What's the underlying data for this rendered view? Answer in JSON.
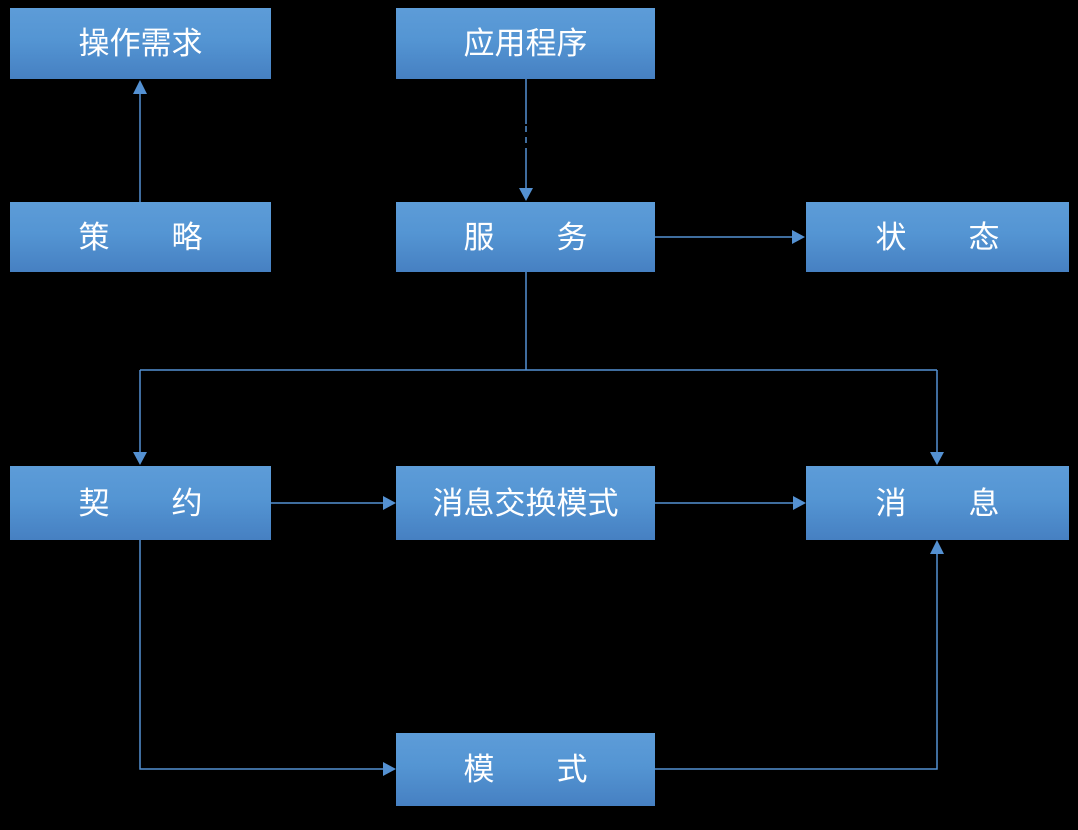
{
  "diagram": {
    "title": "service-architecture-diagram",
    "background_color": "#000000",
    "colors": {
      "node_fill_top": "#5d9cd8",
      "node_fill_bottom": "#4680c2",
      "node_text": "#ffffff",
      "connector": "#5491d2"
    },
    "nodes": [
      {
        "id": "operation-requirements",
        "label": "操作需求"
      },
      {
        "id": "application",
        "label": "应用程序"
      },
      {
        "id": "policy",
        "label": "策　　略"
      },
      {
        "id": "service",
        "label": "服　　务"
      },
      {
        "id": "state",
        "label": "状　　态"
      },
      {
        "id": "contract",
        "label": "契　　约"
      },
      {
        "id": "message-exchange-pattern",
        "label": "消息交换模式"
      },
      {
        "id": "message",
        "label": "消　　息"
      },
      {
        "id": "schema",
        "label": "模　　式"
      }
    ],
    "edges": [
      {
        "from": "policy",
        "to": "operation-requirements",
        "style": "solid",
        "direction": "up"
      },
      {
        "from": "application",
        "to": "service",
        "style": "partially-dashed",
        "direction": "down"
      },
      {
        "from": "service",
        "to": "state",
        "style": "solid",
        "direction": "right"
      },
      {
        "from": "service",
        "to": "contract",
        "style": "solid",
        "direction": "down-left"
      },
      {
        "from": "service",
        "to": "message",
        "style": "solid",
        "direction": "down-right"
      },
      {
        "from": "contract",
        "to": "message-exchange-pattern",
        "style": "solid",
        "direction": "right"
      },
      {
        "from": "message-exchange-pattern",
        "to": "message",
        "style": "solid",
        "direction": "right"
      },
      {
        "from": "contract",
        "to": "schema",
        "style": "solid",
        "direction": "down-right"
      },
      {
        "from": "schema",
        "to": "message",
        "style": "solid",
        "direction": "right-up"
      }
    ]
  }
}
